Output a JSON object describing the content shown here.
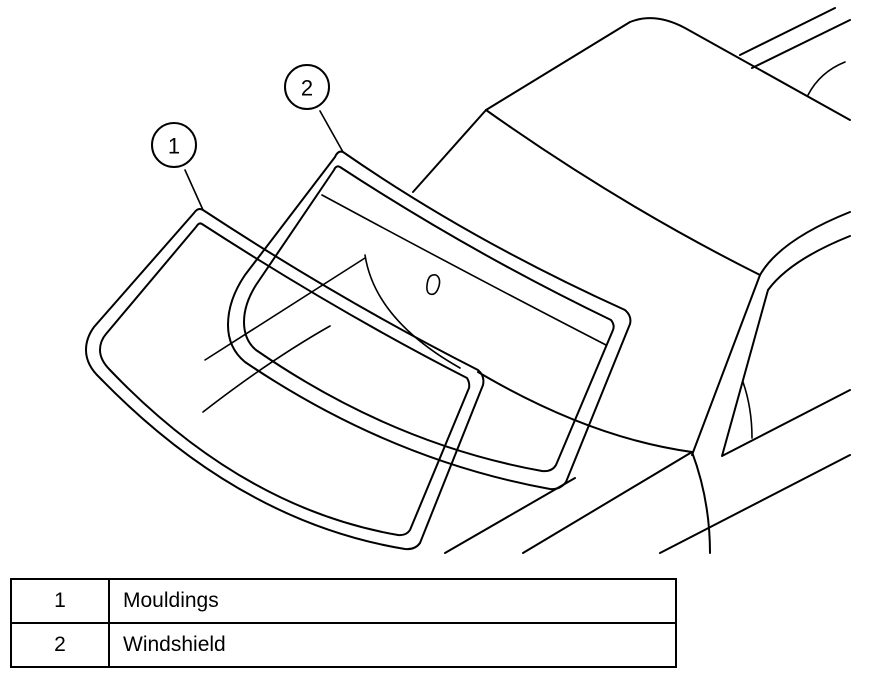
{
  "callouts": [
    {
      "number": "1"
    },
    {
      "number": "2"
    }
  ],
  "legend": {
    "rows": [
      {
        "number": "1",
        "description": "Mouldings"
      },
      {
        "number": "2",
        "description": "Windshield"
      }
    ]
  },
  "colors": {
    "line": "#000000",
    "background": "#ffffff"
  }
}
